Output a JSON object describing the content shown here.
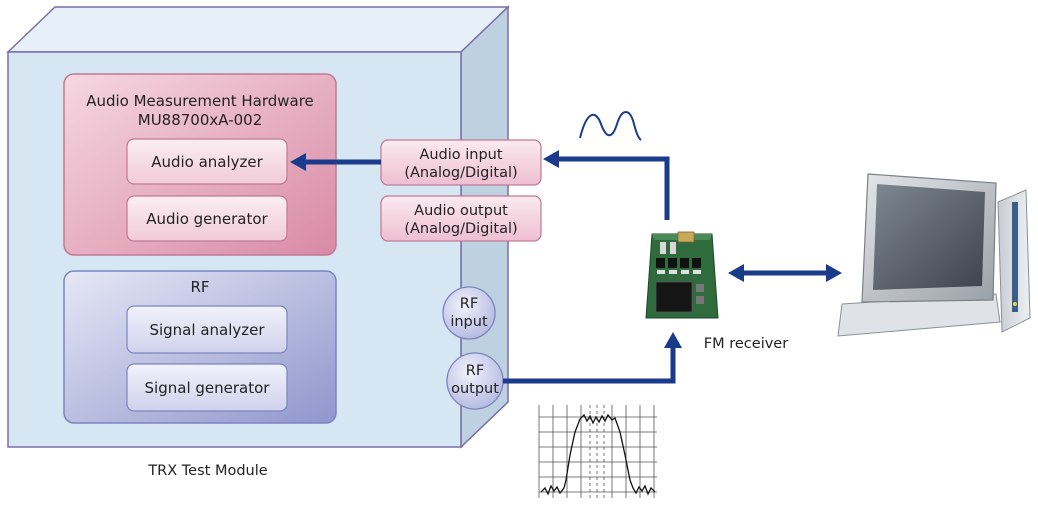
{
  "module": {
    "caption": "TRX Test Module",
    "audio_hw": {
      "title_line1": "Audio Measurement Hardware",
      "title_line2": "MU88700xA-002",
      "analyzer_label": "Audio analyzer",
      "generator_label": "Audio generator"
    },
    "rf": {
      "title": "RF",
      "signal_analyzer_label": "Signal analyzer",
      "signal_generator_label": "Signal generator"
    },
    "ports": {
      "audio_input_line1": "Audio input",
      "audio_input_line2": "(Analog/Digital)",
      "audio_output_line1": "Audio output",
      "audio_output_line2": "(Analog/Digital)",
      "rf_input_line1": "RF",
      "rf_input_line2": "input",
      "rf_output_line1": "RF",
      "rf_output_line2": "output"
    }
  },
  "dut": {
    "label": "FM receiver"
  },
  "icons": [
    "sine-wave-icon",
    "spectrum-plot-icon",
    "fm-receiver-board-icon",
    "desktop-pc-icon"
  ],
  "colors": {
    "arrow": "#1a3a8c",
    "module_face": "#d6e6f2",
    "audio_block": "#e4a9bd",
    "rf_block": "#a9aed6"
  }
}
